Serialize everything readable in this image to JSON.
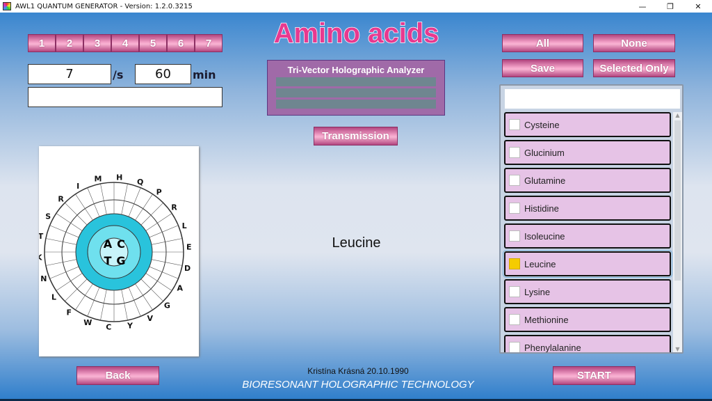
{
  "window": {
    "title": "AWL1 QUANTUM GENERATOR - Version: 1.2.0.3215",
    "minimize": "—",
    "restore": "❐",
    "close": "✕"
  },
  "header": {
    "title": "Amino acids"
  },
  "program_buttons": [
    "1",
    "2",
    "3",
    "4",
    "5",
    "6",
    "7"
  ],
  "frequency": {
    "value": "7",
    "unit": "/s"
  },
  "duration": {
    "value": "60",
    "unit": "min"
  },
  "note_field": {
    "value": ""
  },
  "analyzer": {
    "title": "Tri-Vector Holographic Analyzer"
  },
  "buttons": {
    "transmission": "Transmission",
    "all": "All",
    "none": "None",
    "save": "Save",
    "selected_only": "Selected Only",
    "back": "Back",
    "start": "START"
  },
  "codon_wheel": {
    "center": [
      "A",
      "C",
      "T",
      "G"
    ],
    "outer_letters": [
      "I",
      "M",
      "H",
      "Q",
      "P",
      "R",
      "L",
      "E",
      "D",
      "A",
      "G",
      "V",
      "Y",
      "C",
      "W",
      "F",
      "L",
      "N",
      "K",
      "T",
      "S",
      "R"
    ]
  },
  "current_selection": "Leucine",
  "list": {
    "search_value": "",
    "items": [
      {
        "label": "Cysteine",
        "checked": false
      },
      {
        "label": "Glucinium",
        "checked": false
      },
      {
        "label": "Glutamine",
        "checked": false
      },
      {
        "label": "Histidine",
        "checked": false
      },
      {
        "label": "Isoleucine",
        "checked": false
      },
      {
        "label": "Leucine",
        "checked": true
      },
      {
        "label": "Lysine",
        "checked": false
      },
      {
        "label": "Methionine",
        "checked": false
      },
      {
        "label": "Phenylalanine",
        "checked": false
      }
    ]
  },
  "footer": {
    "user": "Kristína Krásná 20.10.1990",
    "tagline": "BIORESONANT HOLOGRAPHIC TECHNOLOGY"
  },
  "colors": {
    "accent": "#e8398f",
    "button": "#f4a3c9",
    "checked": "#f5cc00"
  }
}
